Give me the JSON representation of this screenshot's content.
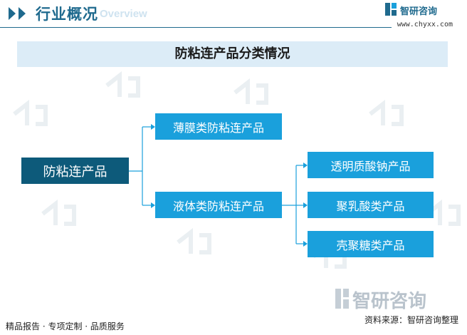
{
  "header": {
    "title": "行业概况",
    "subtitle": "Overview",
    "brand_name": "智研咨询",
    "url": "www.chyxx.com"
  },
  "banner": {
    "title": "防粘连产品分类情况"
  },
  "tree": {
    "root": "防粘连产品",
    "level1": [
      "薄膜类防粘连产品",
      "液体类防粘连产品"
    ],
    "level2": [
      "透明质酸钠产品",
      "聚乳酸类产品",
      "壳聚糖类产品"
    ]
  },
  "footer": {
    "left": "精品报告 · 专项定制 · 品质服务",
    "right": "资料来源：智研咨询整理",
    "watermark": "智研咨询"
  },
  "colors": {
    "root_fill": "#0d5a7a",
    "node_fill": "#1aa0dc",
    "connector": "#1aa0dc",
    "banner_fill": "#dcecf7",
    "header_accent": "#1f6a8e"
  }
}
